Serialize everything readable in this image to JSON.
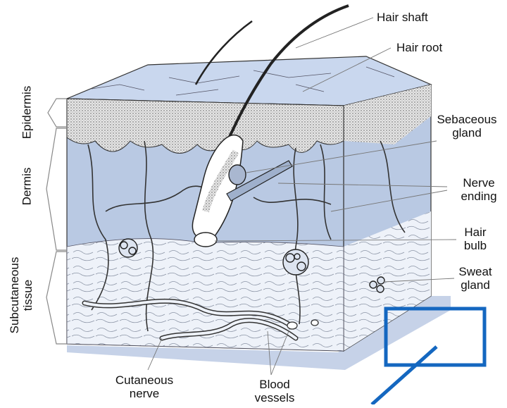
{
  "labels": {
    "hair_shaft": "Hair shaft",
    "hair_root": "Hair root",
    "sebaceous_gland_1": "Sebaceous",
    "sebaceous_gland_2": "gland",
    "nerve_ending_1": "Nerve",
    "nerve_ending_2": "ending",
    "hair_bulb_1": "Hair",
    "hair_bulb_2": "bulb",
    "sweat_gland_1": "Sweat",
    "sweat_gland_2": "gland",
    "cutaneous_nerve_1": "Cutaneous",
    "cutaneous_nerve_2": "nerve",
    "blood_vessels_1": "Blood",
    "blood_vessels_2": "vessels",
    "epidermis": "Epidermis",
    "dermis": "Dermis",
    "subcutaneous_1": "Subcutaneous",
    "subcutaneous_2": "tissue"
  },
  "colors": {
    "dermis_blue": "#b9c9e3",
    "top_face": "#c9d7ee",
    "fat_layer": "#e8edf6",
    "epidermis": "#d9d9d9",
    "highlight_box": "#1467c0",
    "base_shadow": "#c6d2e8"
  }
}
